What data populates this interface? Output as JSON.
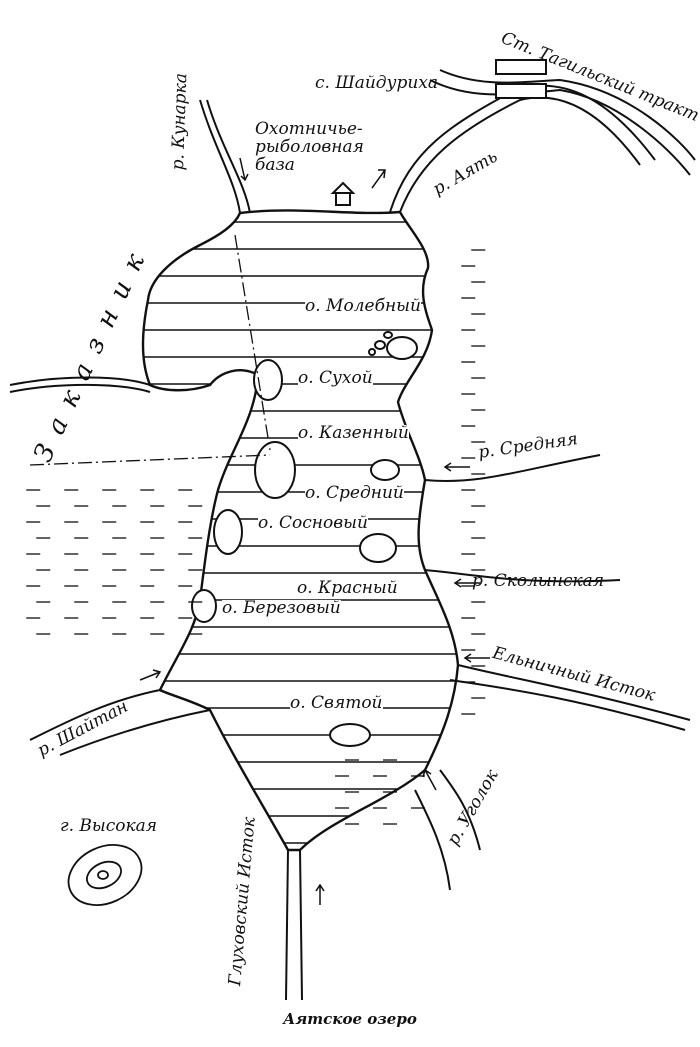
{
  "title": "Аятское озеро",
  "labels": {
    "tract": "Ст. Тагильский тракт",
    "village": "с. Шайдуриха",
    "base": "Охотничье-рыболовная база",
    "ayat": "р. Аять",
    "kunarka": "р. Кунарка",
    "reserve": "З а к а з н и к",
    "molebny": "о. Молебный",
    "sukhoy": "о. Сухой",
    "kazenny": "о. Казенный",
    "sredny": "о. Средний",
    "sosnovy": "о. Сосновый",
    "krasny": "о. Красный",
    "berezovy": "о. Березовый",
    "svyatoy": "о. Святой",
    "srednyaya": "р. Средняя",
    "skolynskaya": "р. Сколынская",
    "elnichny": "Ельничный Исток",
    "shaytan": "р. Шайтан",
    "ugolok": "р. Уголок",
    "vysokaya": "г. Высокая",
    "glukhovsky": "Глуховский Исток"
  }
}
